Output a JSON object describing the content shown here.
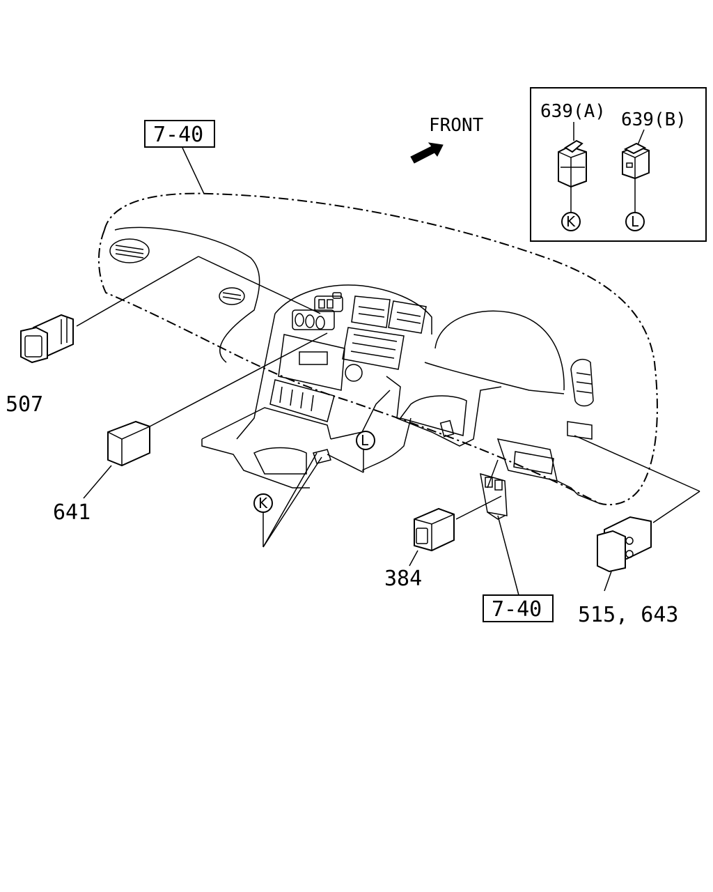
{
  "direction": {
    "front_label": "FRONT"
  },
  "references": {
    "ref_top": "7-40",
    "ref_bottom": "7-40"
  },
  "callouts": {
    "p507": "507",
    "p641": "641",
    "p384": "384",
    "p515_643": "515, 643"
  },
  "inset": {
    "p639a": "639(A)",
    "p639b": "639(B)",
    "k": "K",
    "l": "L"
  },
  "markers": {
    "k": "K",
    "l": "L"
  }
}
